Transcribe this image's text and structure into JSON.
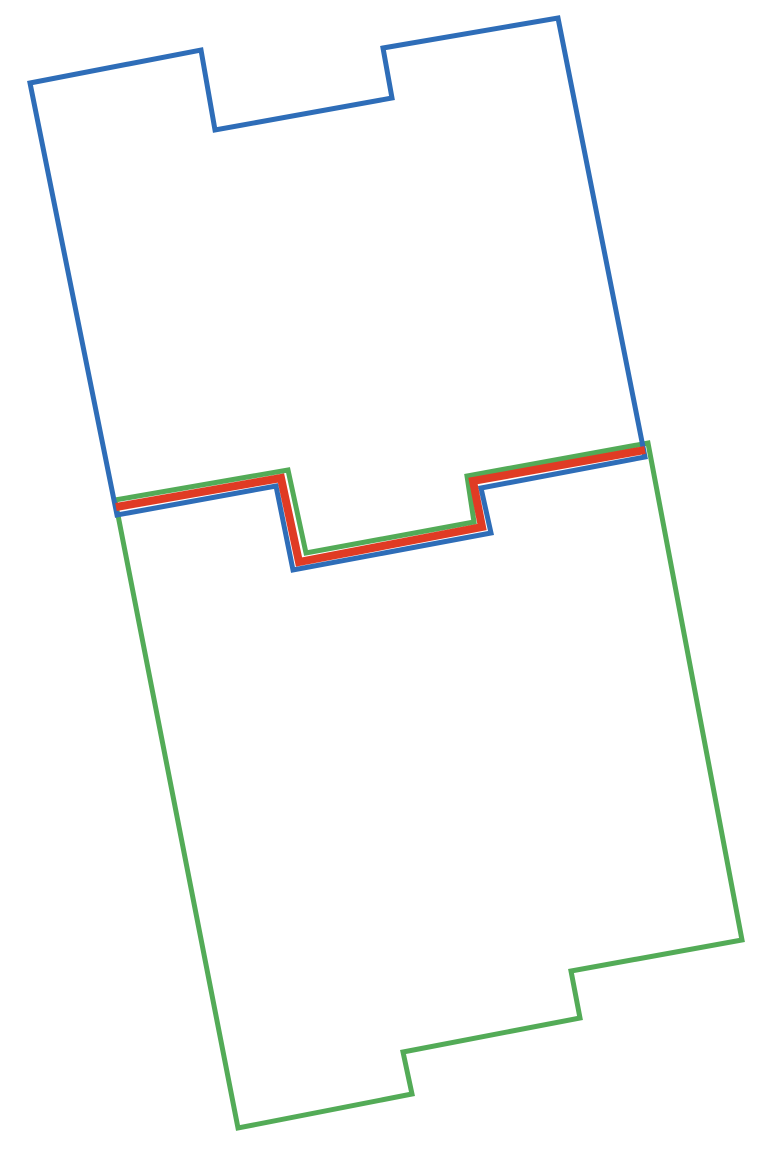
{
  "diagram": {
    "shapes": [
      {
        "name": "top-puzzle-piece",
        "color": "#2E6DB8",
        "description_tag": "blue-outline"
      },
      {
        "name": "bottom-puzzle-piece",
        "color": "#53AB57",
        "description_tag": "green-outline"
      },
      {
        "name": "shared-boundary",
        "color": "#E03B24",
        "description_tag": "red-seam"
      }
    ],
    "colors": {
      "background": "#ffffff",
      "blue": "#2E6DB8",
      "green": "#53AB57",
      "red": "#E03B24"
    }
  }
}
